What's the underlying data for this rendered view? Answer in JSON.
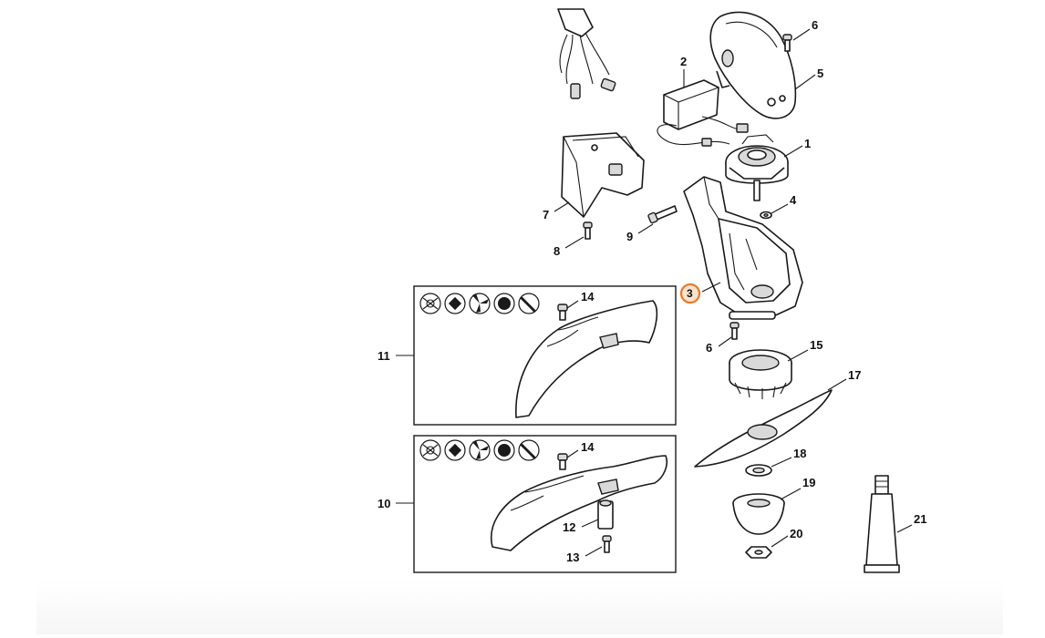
{
  "labels": {
    "l1": "1",
    "l2": "2",
    "l3": "3",
    "l4": "4",
    "l5": "5",
    "l6a": "6",
    "l6b": "6",
    "l7": "7",
    "l8": "8",
    "l9": "9",
    "l10": "10",
    "l11": "11",
    "l12": "12",
    "l13": "13",
    "l14a": "14",
    "l14b": "14",
    "l15": "15",
    "l17": "17",
    "l18": "18",
    "l19": "19",
    "l20": "20",
    "l21": "21"
  },
  "highlight_color": "#e8792b",
  "icons": [
    "string-head-icon",
    "metal-blade-icon",
    "brush-knife-icon",
    "grass-blade-icon",
    "saw-blade-icon"
  ]
}
